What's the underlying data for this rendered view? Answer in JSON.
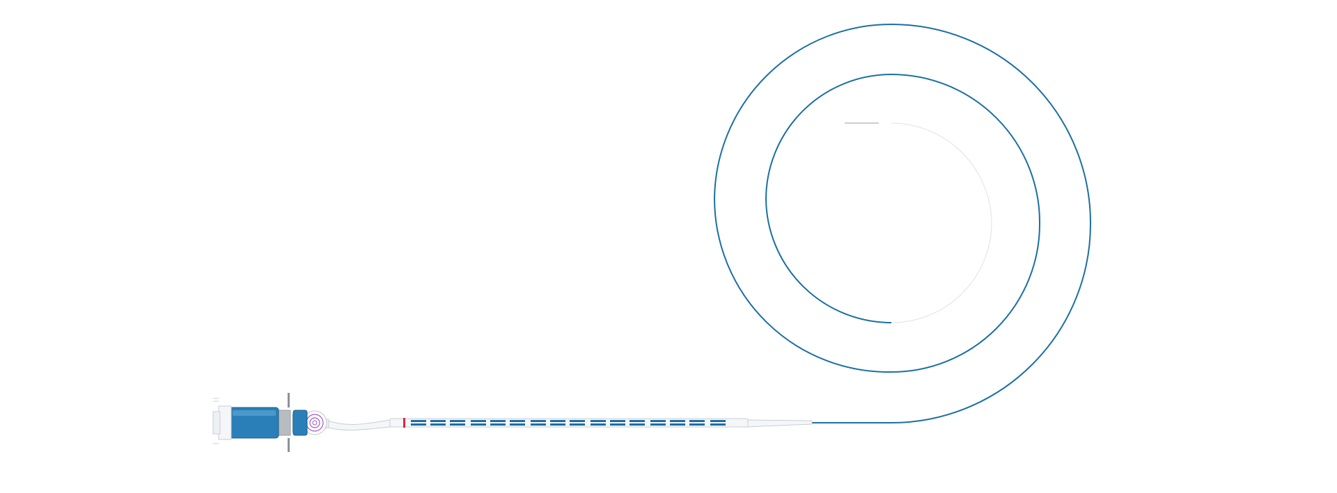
{
  "image": {
    "subject": "catheter-product-photo",
    "background_color": "#ffffff",
    "colors": {
      "tube_blue": "#1a6fa3",
      "hub_blue": "#2b7fb8",
      "hub_blue_dark": "#1d5f8c",
      "metal_gray": "#b7bcc0",
      "shaft_white": "#f4f6f8",
      "outline_gray": "#c9ced3",
      "stylet_gray": "#d8dadc",
      "marker_red": "#e0263a",
      "valve_purple": "#a05ac8"
    },
    "components": [
      "hub-connector",
      "luer-valve",
      "strain-relief",
      "marked-shaft",
      "taper-segment",
      "coiled-tube",
      "inner-stylet"
    ]
  }
}
